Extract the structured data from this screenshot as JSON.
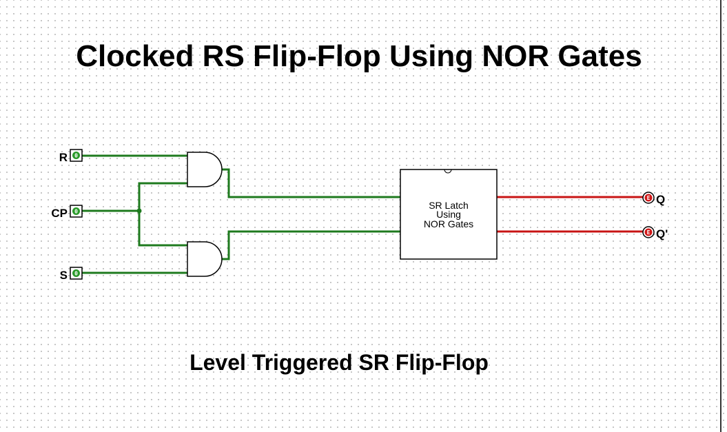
{
  "title": "Clocked RS Flip-Flop Using NOR Gates",
  "subtitle": "Level Triggered SR Flip-Flop",
  "inputs": [
    {
      "label": "R",
      "value": "0"
    },
    {
      "label": "CP",
      "value": "0"
    },
    {
      "label": "S",
      "value": "0"
    }
  ],
  "outputs": [
    {
      "label": "Q",
      "value": "E"
    },
    {
      "label": "Q'",
      "value": "E"
    }
  ],
  "latch": {
    "lines": [
      "SR Latch",
      "Using",
      "NOR Gates"
    ]
  },
  "colors": {
    "wire_active": "#1e7a1e",
    "wire_error": "#c81414",
    "pin_input": "#2a9a2a",
    "pin_output": "#d01818"
  }
}
